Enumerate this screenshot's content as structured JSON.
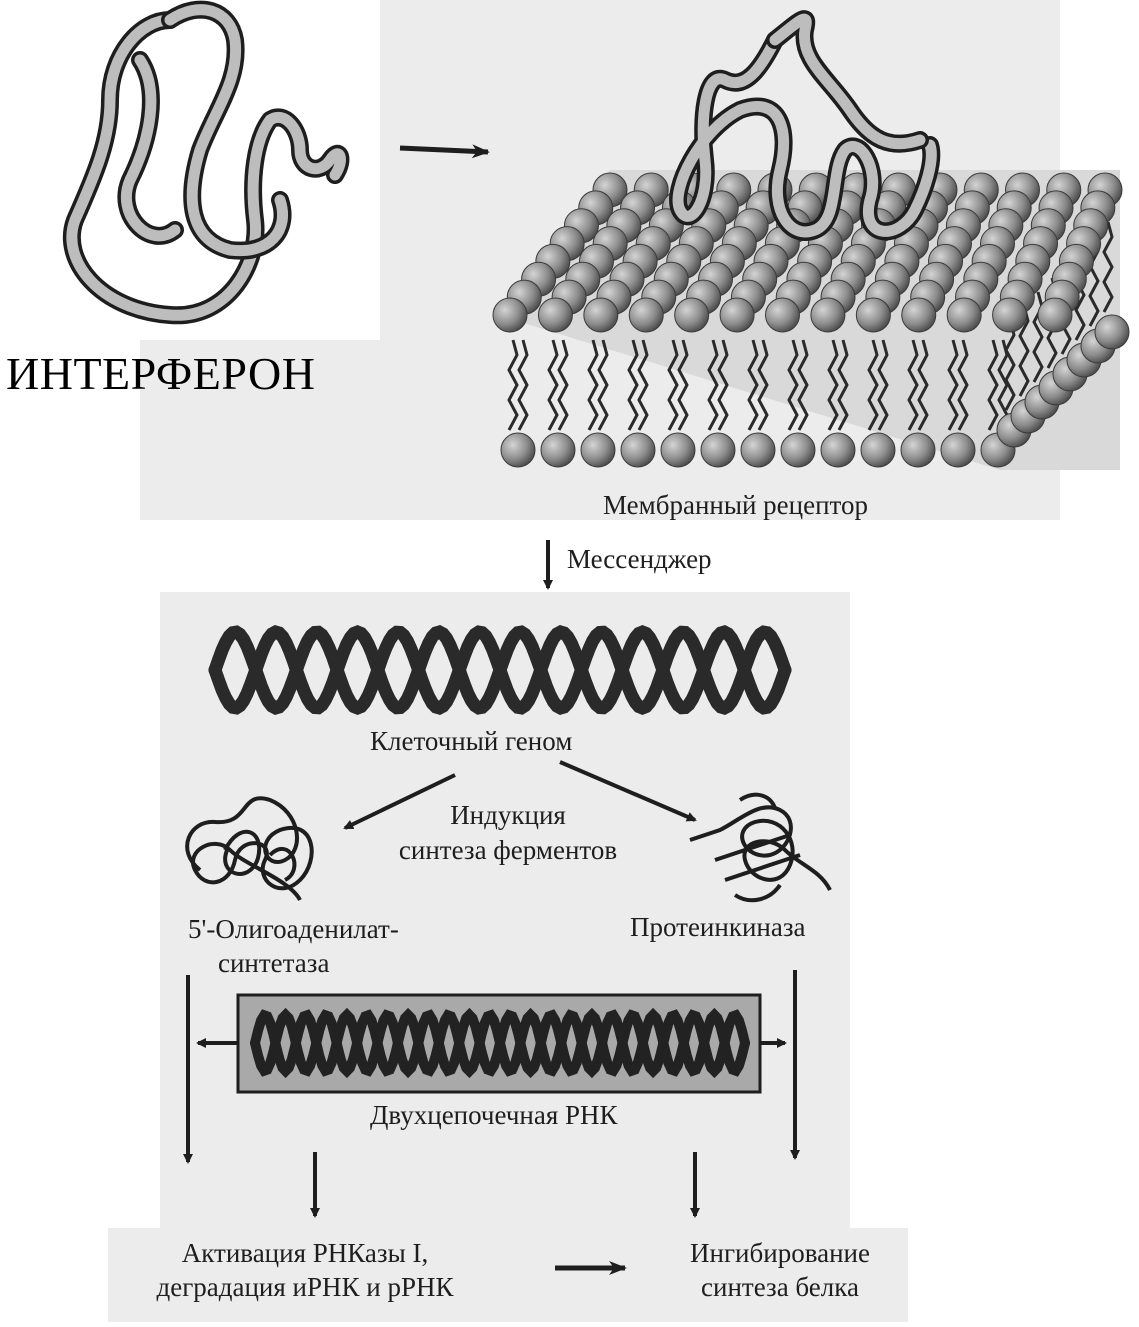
{
  "title": "ИНТЕРФЕРОН",
  "labels": {
    "membrane_receptor": "Мембранный рецептор",
    "messenger": "Мессенджер",
    "cell_genome": "Клеточный геном",
    "induction_line1": "Индукция",
    "induction_line2": "синтеза ферментов",
    "oligo_line1": "5'-Олигоаденилат-",
    "oligo_line2": "синтетаза",
    "protein_kinase": "Протеинкиназа",
    "dsrna": "Двухцепочечная РНК",
    "activation_line1": "Активация РНКазы I,",
    "activation_line2": "деградация иРНК и рРНК",
    "inhibition_line1": "Ингибирование",
    "inhibition_line2": "синтеза белка"
  },
  "colors": {
    "ink": "#1e1e1e",
    "paper": "#e9e9e9",
    "protein_fill": "#bdbdbd",
    "lipid_head": "#8c8c8c",
    "dsrna_box": "#a9a9a9"
  }
}
